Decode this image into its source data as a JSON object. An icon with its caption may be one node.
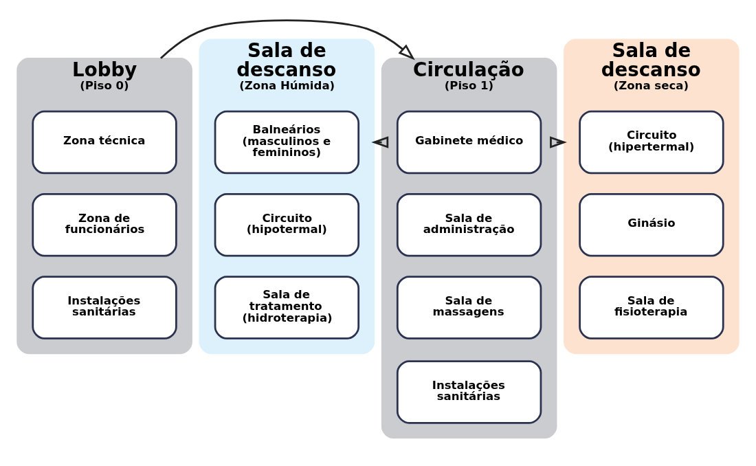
{
  "diagram": {
    "nodes": [
      {
        "text": [
          "Lobby",
          "(Piso 0)"
        ]
      },
      {
        "text": [
          "Zona técnica"
        ],
        "in": 0
      },
      {
        "text": [
          "Zona de funcionários"
        ],
        "in": 0
      },
      {
        "text": [
          "Instalações sanitárias"
        ],
        "in": 0
      },
      {
        "text": [
          "Sala de descanso",
          "(Zona Húmida)"
        ]
      },
      {
        "text": [
          "Balneários (masculinos e femininos)"
        ],
        "in": 4
      },
      {
        "text": [
          "Circuito (hipotermal)"
        ],
        "in": 4
      },
      {
        "text": [
          "Sala de tratamento (hidroterapia)"
        ],
        "in": 4
      },
      {
        "text": [
          "Circulação",
          "(Piso 1)"
        ]
      },
      {
        "text": [
          "Gabinete médico"
        ],
        "in": 8
      },
      {
        "text": [
          "Sala de administração"
        ],
        "in": 8
      },
      {
        "text": [
          "Sala de massagens"
        ],
        "in": 8
      },
      {
        "text": [
          "Instalações sanitárias"
        ],
        "in": 8
      },
      {
        "text": [
          "Sala de descanso",
          "(Zona seca)"
        ]
      },
      {
        "text": [
          "Circuito (hipertermal)"
        ],
        "in": 13
      },
      {
        "text": [
          "Ginásio"
        ],
        "in": 13
      },
      {
        "text": [
          "Sala de fisioterapia"
        ],
        "in": 13
      }
    ],
    "edges": [
      {
        "from": 0,
        "to": 8,
        "arrow": "to"
      },
      {
        "from": 8,
        "to": 4,
        "arrow": "to"
      },
      {
        "from": 8,
        "to": 13,
        "arrow": "to"
      }
    ]
  }
}
